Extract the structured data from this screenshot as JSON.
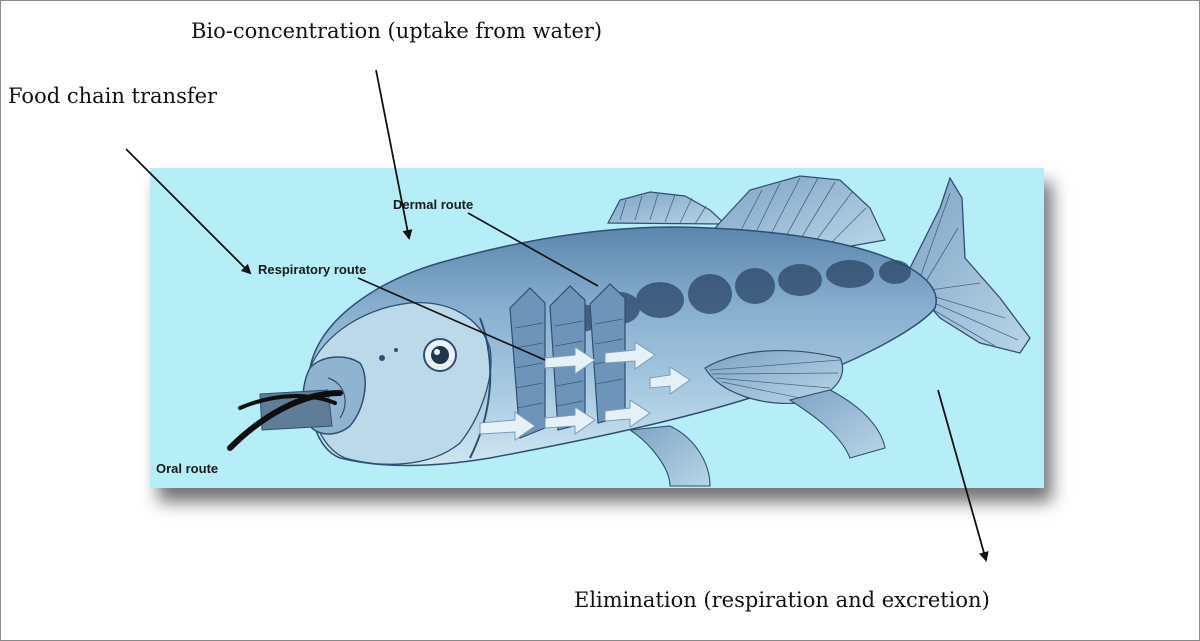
{
  "labels": {
    "bio_concentration": "Bio-concentration (uptake from water)",
    "food_chain": "Food chain transfer",
    "elimination": "Elimination (respiration and excretion)",
    "dermal": "Dermal route",
    "respiratory": "Respiratory route",
    "oral": "Oral route"
  },
  "colors": {
    "panel_background": "#b6eef8",
    "fish_body": "#7fa6c8",
    "fish_dark": "#2f4f72",
    "fish_light": "#c9e4f0",
    "arrow": "#111111"
  }
}
